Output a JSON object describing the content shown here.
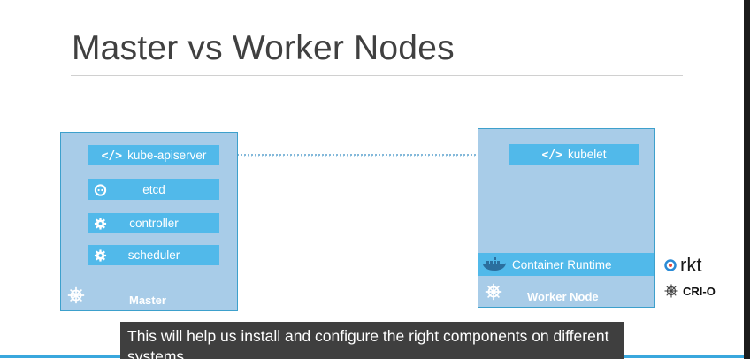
{
  "slide": {
    "title": "Master vs Worker Nodes"
  },
  "master": {
    "label": "Master",
    "components": {
      "apiserver": "kube-apiserver",
      "etcd": "etcd",
      "controller": "controller",
      "scheduler": "scheduler"
    }
  },
  "worker": {
    "label": "Worker Node",
    "components": {
      "kubelet": "kubelet",
      "runtime": "Container Runtime"
    }
  },
  "runtimes": {
    "rkt": "rkt",
    "crio": "CRI-O"
  },
  "code_symbol": "</>",
  "caption": {
    "text": "This will help us install and configure the right components on different systems"
  },
  "colors": {
    "node_fill": "#a8cce8",
    "component_fill": "#51b9ea",
    "caption_bg": "#3f3f3f",
    "accent_line": "#39a7dd"
  }
}
